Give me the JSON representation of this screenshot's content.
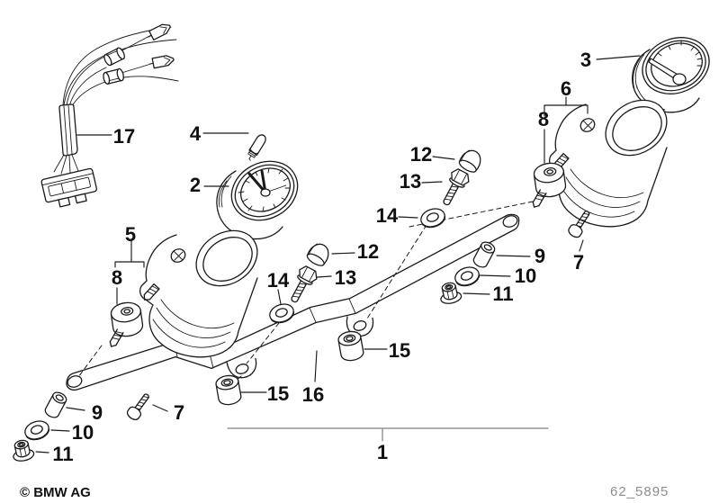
{
  "callouts": {
    "n1": "1",
    "n2": "2",
    "n3": "3",
    "n4": "4",
    "n5": "5",
    "n6": "6",
    "n7": "7",
    "n8": "8",
    "n9": "9",
    "n10": "10",
    "n11": "11",
    "n12": "12",
    "n13": "13",
    "n14": "14",
    "n15": "15",
    "n16": "16",
    "n17": "17"
  },
  "footer": {
    "copyright": "© BMW AG",
    "drawing_number": "62_5895"
  },
  "colors": {
    "background": "#ffffff",
    "line": "#1a1a1a",
    "dimension_line": "#7f7f7f",
    "label_text": "#111111",
    "drawing_number_text": "#8c8c8c"
  }
}
